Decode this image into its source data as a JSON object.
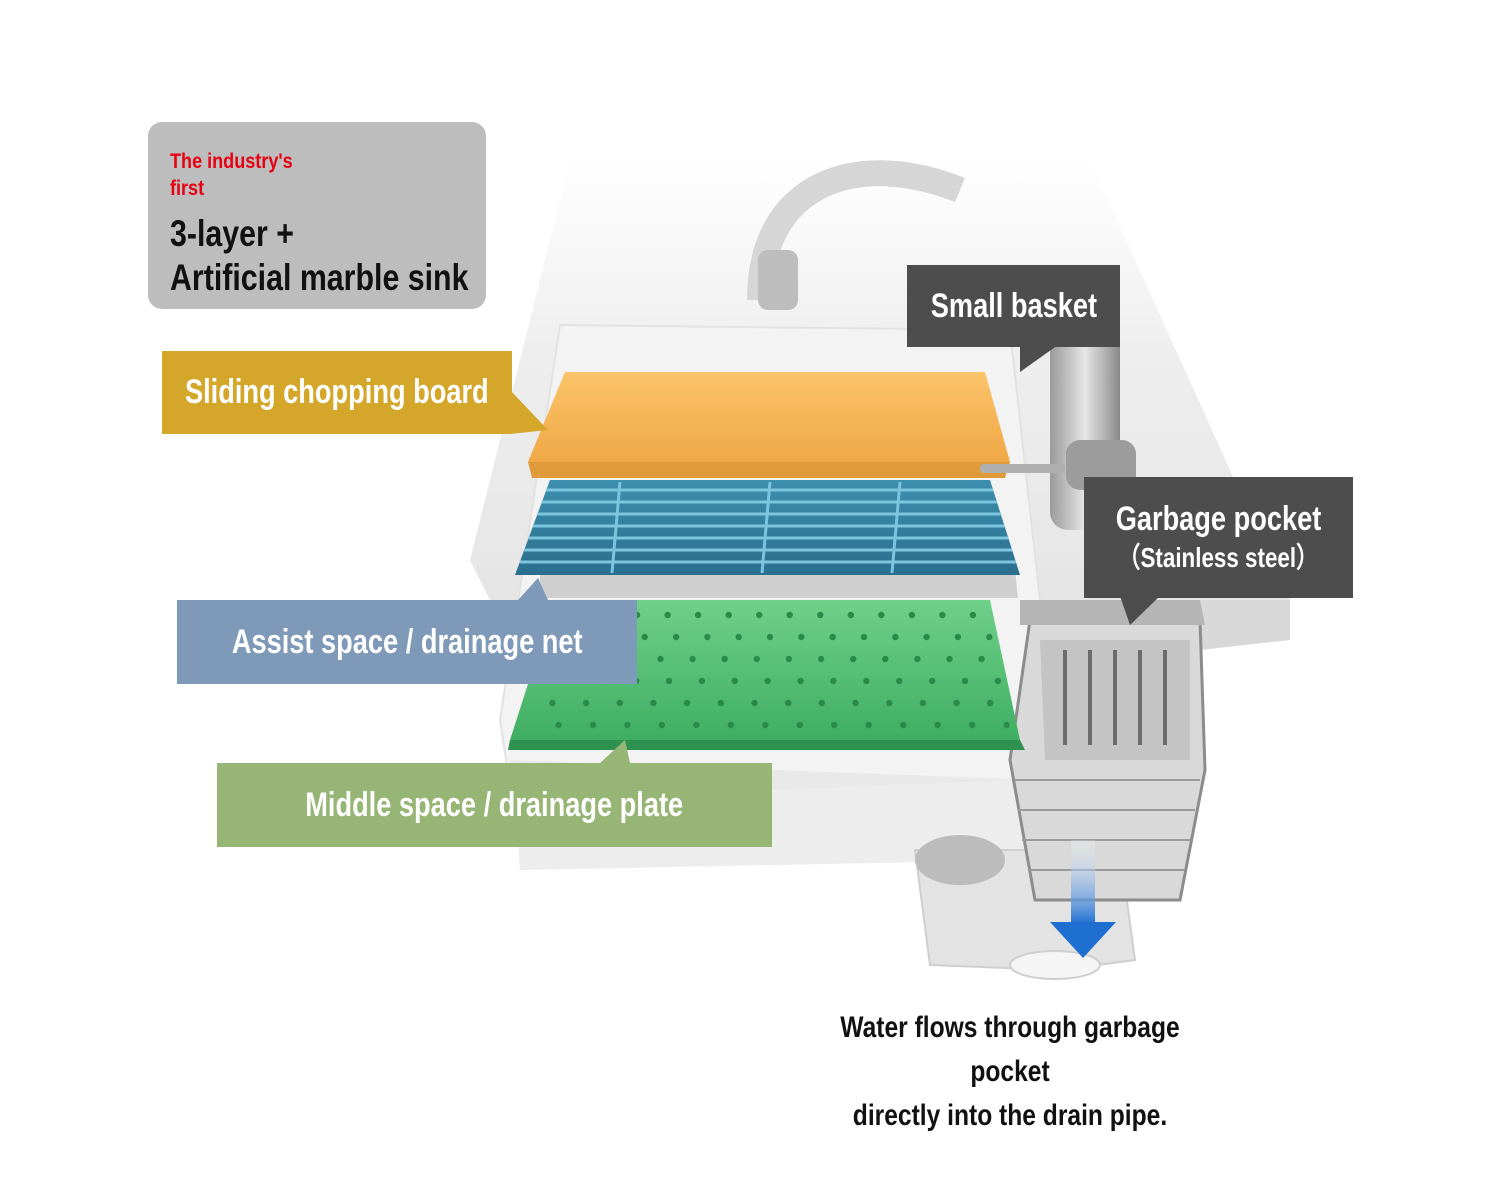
{
  "badge": {
    "kicker": "The industry's first",
    "title_line1": "3-layer +",
    "title_line2": "Artificial marble sink",
    "icon": "sink-layers-icon"
  },
  "labels": {
    "board": "Sliding chopping board",
    "net": "Assist space / drainage net",
    "plate": "Middle space / drainage plate",
    "basket": "Small basket",
    "pocket_title": "Garbage pocket",
    "pocket_sub": "（Stainless steel）"
  },
  "caption": {
    "line1": "Water flows through garbage pocket",
    "line2": "directly into the drain pipe."
  },
  "colors": {
    "board": "#d4a72b",
    "net": "#7e9ab8",
    "plate": "#97b574",
    "dark": "#4d4d4d",
    "accent_red": "#e60012",
    "flow_arrow": "#1f6fd1"
  }
}
